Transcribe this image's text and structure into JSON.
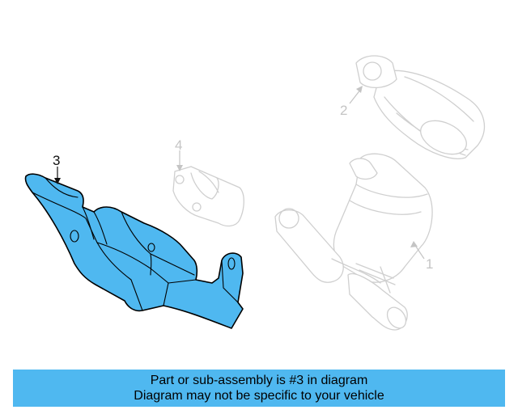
{
  "diagram": {
    "callouts": {
      "part_1": "1",
      "part_2": "2",
      "part_3": "3",
      "part_4": "4"
    },
    "highlight_color": "#4fb8f0"
  },
  "banner": {
    "line1": "Part or sub-assembly is #3 in diagram",
    "line2": "Diagram may not be specific to your vehicle",
    "background": "#4fb8f0"
  }
}
